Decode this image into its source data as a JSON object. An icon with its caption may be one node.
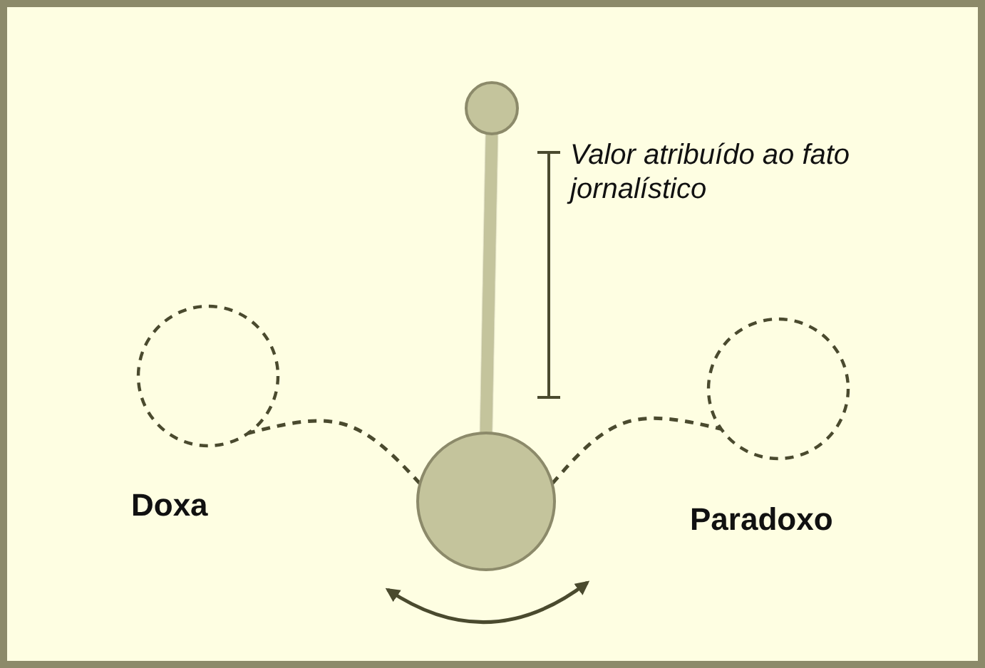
{
  "diagram": {
    "nodes": [
      {
        "text": [],
        "shape": "circle"
      },
      {
        "text": [],
        "shape": "circle"
      },
      {
        "text": [],
        "shape": "circle"
      },
      {
        "text": [],
        "shape": "circle"
      }
    ],
    "edges": [
      {
        "from": 0,
        "to": 1,
        "arrow": "none",
        "style": "thick",
        "color": "#c4c49c"
      },
      {
        "from": 1,
        "to": 2,
        "arrow": "none",
        "style": "dashed"
      },
      {
        "from": 1,
        "to": 3,
        "arrow": "none",
        "style": "dashed"
      }
    ],
    "labels": [
      "Valor atribuído ao fato jornalístico",
      "Doxa",
      "Paradoxo"
    ]
  }
}
